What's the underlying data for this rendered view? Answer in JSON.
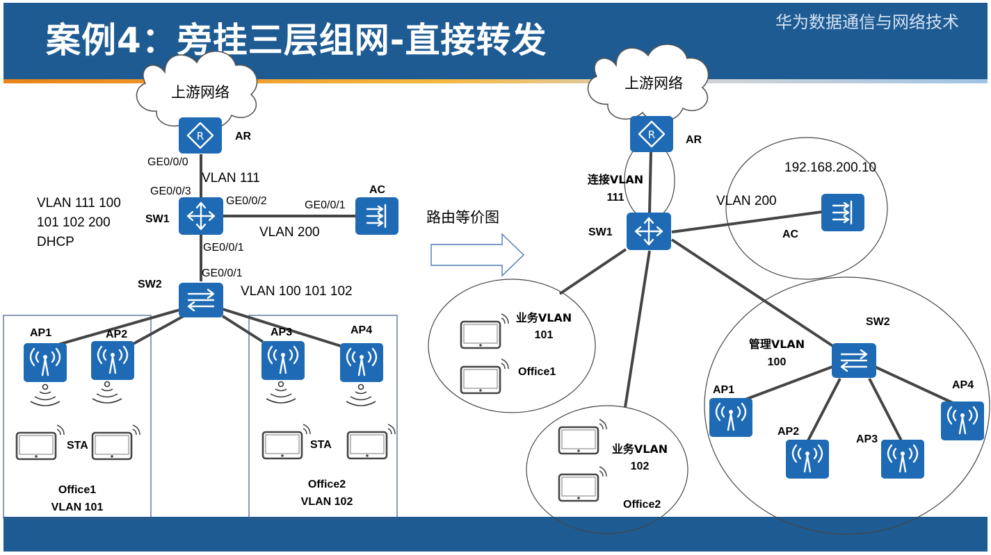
{
  "header": {
    "title": "案例4：旁挂三层组网-直接转发"
  },
  "footer": {
    "brand": "华为数据通信与网络技术"
  },
  "left": {
    "cloud_label": "上游网络",
    "ar_label": "AR",
    "sw1_label": "SW1",
    "sw2_label": "SW2",
    "ac_label": "AC",
    "ports": {
      "ar_ge000": "GE0/0/0",
      "sw1_ge003": "GE0/0/3",
      "sw1_ge002": "GE0/0/2",
      "ac_ge001": "GE0/0/1",
      "sw1_ge001": "GE0/0/1",
      "sw2_ge001": "GE0/0/1"
    },
    "vlan_ar_sw1": "VLAN 111",
    "vlan_sw1_ac": "VLAN 200",
    "vlan_sw2": "VLAN 100 101 102",
    "sw1_vlans_line1": "VLAN 111 100",
    "sw1_vlans_line2": "101 102 200",
    "sw1_vlans_line3": "DHCP",
    "ap_labels": [
      "AP1",
      "AP2",
      "AP3",
      "AP4"
    ],
    "sta_label_1": "STA",
    "sta_label_2": "STA",
    "office1_name": "Office1",
    "office1_vlan": "VLAN 101",
    "office2_name": "Office2",
    "office2_vlan": "VLAN 102"
  },
  "middle": {
    "label": "路由等价图"
  },
  "right": {
    "cloud_label": "上游网络",
    "ar_label": "AR",
    "sw1_label": "SW1",
    "sw2_label": "SW2",
    "ac_label": "AC",
    "link_vlan_line1": "连接VLAN",
    "link_vlan_line2": "111",
    "ac_ip": "192.168.200.10",
    "ac_vlan": "VLAN 200",
    "biz101_line1": "业务VLAN",
    "biz101_line2": "101",
    "office1_name": "Office1",
    "biz102_line1": "业务VLAN",
    "biz102_line2": "102",
    "office2_name": "Office2",
    "mgmt_line1": "管理VLAN",
    "mgmt_line2": "100",
    "ap_labels": [
      "AP1",
      "AP2",
      "AP3",
      "AP4"
    ]
  },
  "icons": {
    "router": "router-icon",
    "l3switch": "l3-switch-icon",
    "l2switch": "l2-switch-icon",
    "ac": "access-controller-icon",
    "ap": "access-point-icon",
    "terminal": "tablet-terminal-icon",
    "cloud": "cloud-icon",
    "arrow": "right-arrow-icon"
  },
  "colors": {
    "header_bg": "#1e5b93",
    "device": "#1e6ab5",
    "accent_orange": "#e88319"
  }
}
